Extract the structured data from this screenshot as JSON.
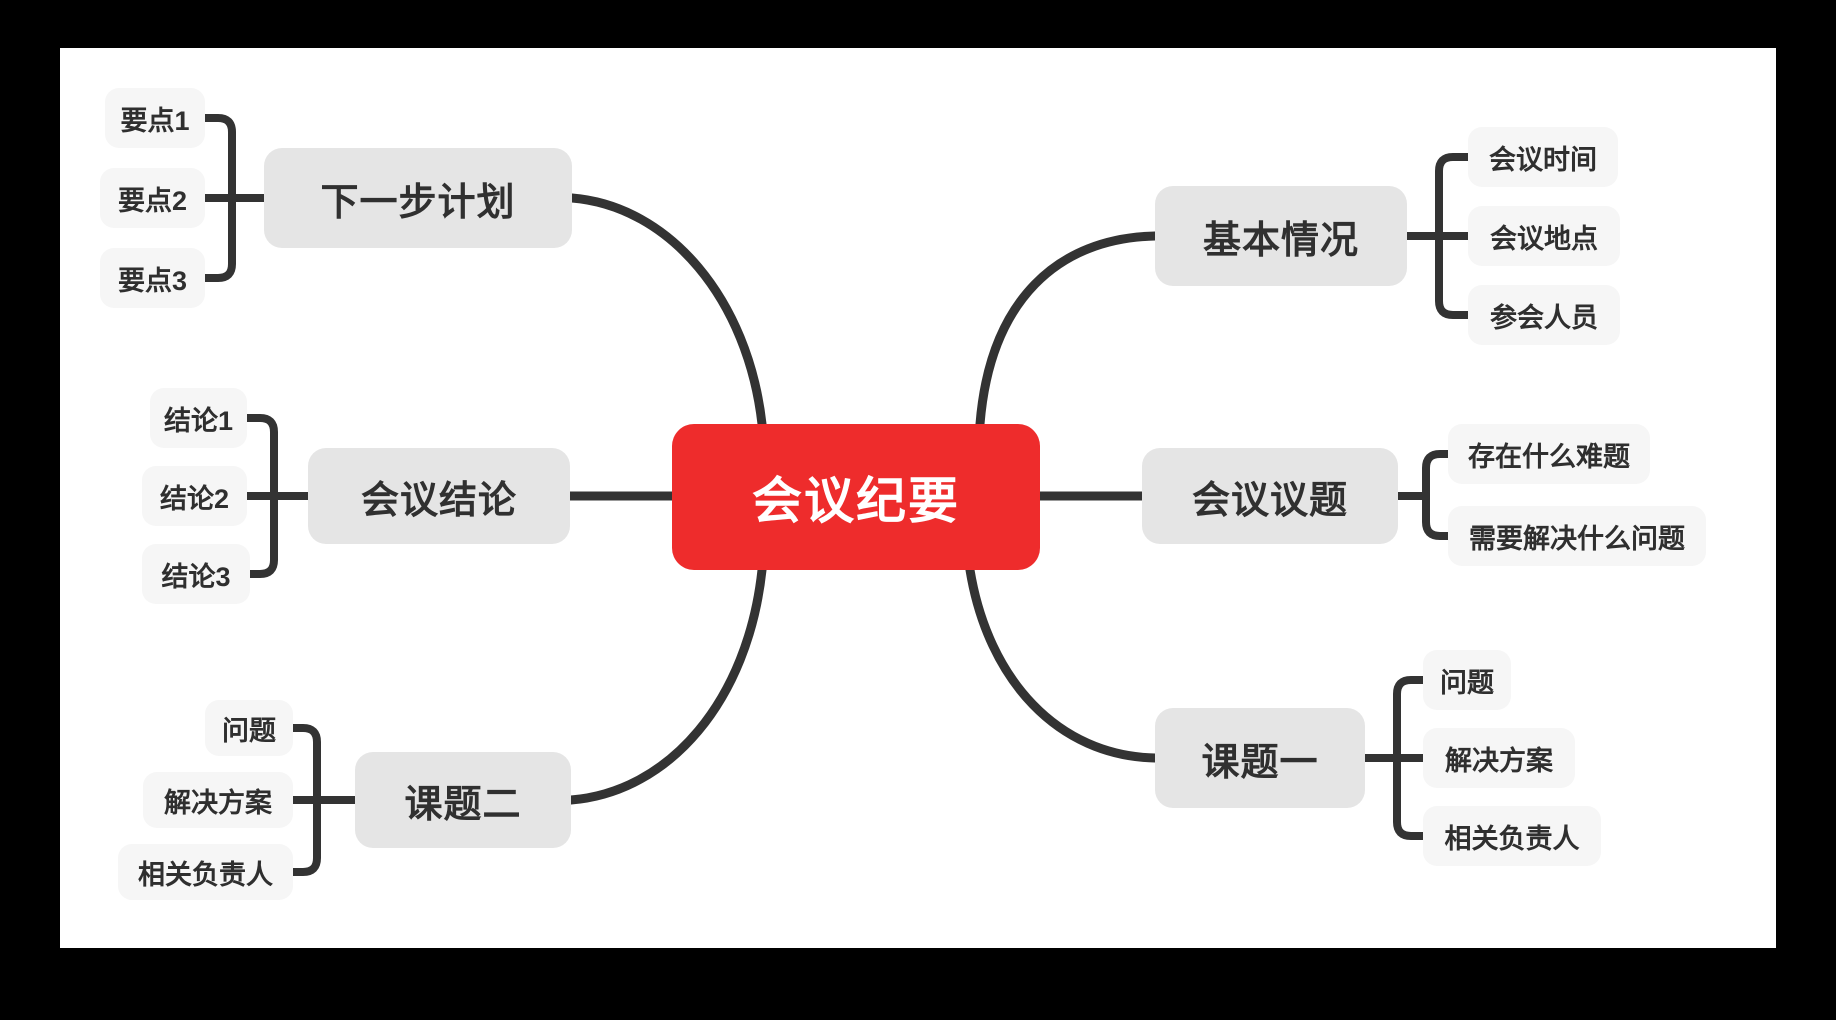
{
  "app": {
    "type": "mindmap",
    "canvas_background": "#ffffff",
    "frame_background": "#000000"
  },
  "colors": {
    "root_background": "#ee2c2c",
    "root_text": "#ffffff",
    "branch_background": "#e5e5e5",
    "child_background": "#f6f6f6",
    "node_text": "#2f2f2f",
    "connector": "#333333"
  },
  "mindmap": {
    "root": {
      "label": "会议纪要"
    },
    "branches": [
      {
        "label": "下一步计划",
        "side": "left",
        "position": "top",
        "children": [
          "要点1",
          "要点2",
          "要点3"
        ]
      },
      {
        "label": "会议结论",
        "side": "left",
        "position": "middle",
        "children": [
          "结论1",
          "结论2",
          "结论3"
        ]
      },
      {
        "label": "课题二",
        "side": "left",
        "position": "bottom",
        "children": [
          "问题",
          "解决方案",
          "相关负责人"
        ]
      },
      {
        "label": "基本情况",
        "side": "right",
        "position": "top",
        "children": [
          "会议时间",
          "会议地点",
          "参会人员"
        ]
      },
      {
        "label": "会议议题",
        "side": "right",
        "position": "middle",
        "children": [
          "存在什么难题",
          "需要解决什么问题"
        ]
      },
      {
        "label": "课题一",
        "side": "right",
        "position": "bottom",
        "children": [
          "问题",
          "解决方案",
          "相关负责人"
        ]
      }
    ]
  }
}
